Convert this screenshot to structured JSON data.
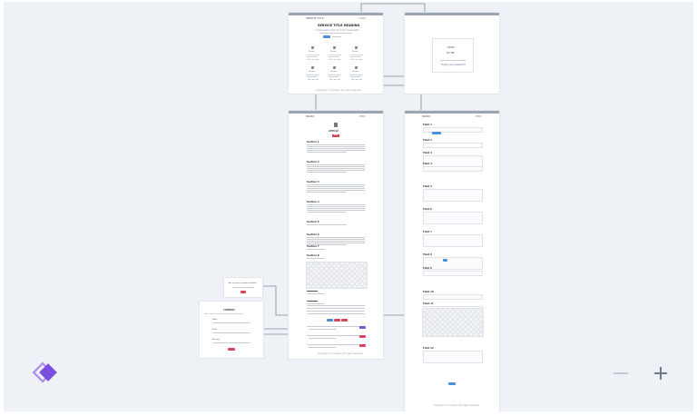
{
  "landing": {
    "header_left": "WEBSITE TITLE",
    "header_right": "LOGIN",
    "title": "SERVICE TITLE HEADING",
    "subtitle": "Lorem ipsum dolor sit amet consectetur",
    "cta_label": "SIGN UP",
    "cards": [
      {
        "label": "Feature"
      },
      {
        "label": "Feature"
      },
      {
        "label": "Feature"
      },
      {
        "label": "Feature"
      },
      {
        "label": "Feature"
      },
      {
        "label": "Feature"
      }
    ],
    "footer": "Copyright © company. All rights reserved."
  },
  "login": {
    "heading": "LOGIN",
    "value": "ID / PW",
    "link": "Forgot your password?"
  },
  "article": {
    "brand": "BRAND",
    "nav": "MENU",
    "headline": "ARTICLE",
    "badge": "NEW",
    "sections": [
      "Section 1",
      "Section 2",
      "Section 3",
      "Section 4",
      "Section 5",
      "Section 6",
      "Section 7",
      "Section 8"
    ],
    "footer": "Copyright © company. All rights reserved."
  },
  "form": {
    "brand": "BRAND",
    "nav": "MENU",
    "fields": [
      "Field 1",
      "Field 2",
      "Field 3",
      "Field 4",
      "Field 5",
      "Field 6",
      "Field 7",
      "Field 8",
      "Field 9",
      "Field 10",
      "Field 11",
      "Field 12"
    ],
    "submit_label": "SUBMIT",
    "footer": "Copyright © company. All rights reserved."
  },
  "dialog_small": {
    "text": "Are you sure you want to delete?",
    "button_label": "OK"
  },
  "dialog_large": {
    "title": "CONFIRM",
    "subtitle": "Please review the following information before submitting.",
    "fields": [
      "Name",
      "Email",
      "Message"
    ],
    "button_label": "SEND"
  },
  "colors": {
    "canvas": "#eef1f5",
    "topbar": "#9aa6b2",
    "accent_blue": "#4c8fd6",
    "accent_red": "#d8455a",
    "accent_purple": "#6b5bd6",
    "logo_purple": "#7b4fe0",
    "logo_light": "#a98df0"
  },
  "icons": {
    "logo": "diamond-logo-icon",
    "zoom_out": "minus-icon",
    "zoom_in": "plus-icon",
    "connector_node": "circle-node-icon"
  }
}
